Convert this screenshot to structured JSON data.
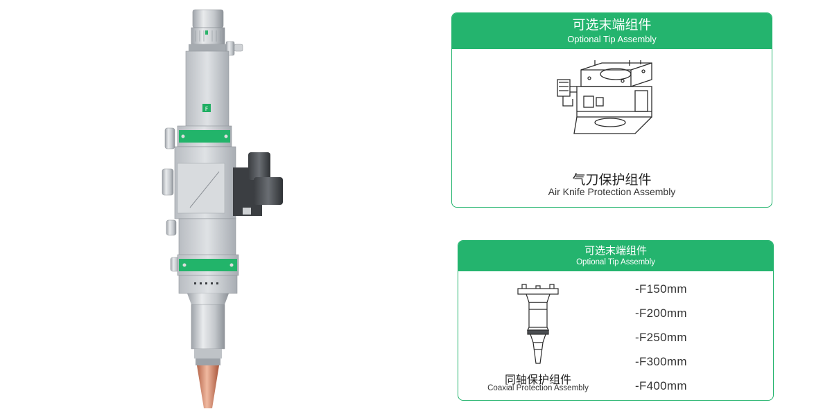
{
  "product": {
    "name": "laser-cutting-head",
    "icon": "laser-cutting-head-illustration",
    "colors": {
      "body": "#c9ccd0",
      "accent_band": "#22b46a",
      "nozzle": "#c8785a"
    }
  },
  "card_air_knife": {
    "header_cn": "可选末端组件",
    "header_en": "Optional Tip Assembly",
    "item_cn": "气刀保护组件",
    "item_en": "Air Knife Protection Assembly",
    "icon": "air-knife-assembly-drawing"
  },
  "card_coaxial": {
    "header_cn": "可选末端组件",
    "header_en": "Optional Tip Assembly",
    "item_cn": "同轴保护组件",
    "item_en": "Coaxial Protection Assembly",
    "icon": "coaxial-assembly-drawing",
    "focal_lengths": [
      "-F150mm",
      "-F200mm",
      "-F250mm",
      "-F300mm",
      "-F400mm"
    ]
  },
  "colors": {
    "accent": "#24b46e",
    "header_text": "#ffffff",
    "body_text": "#333333"
  }
}
